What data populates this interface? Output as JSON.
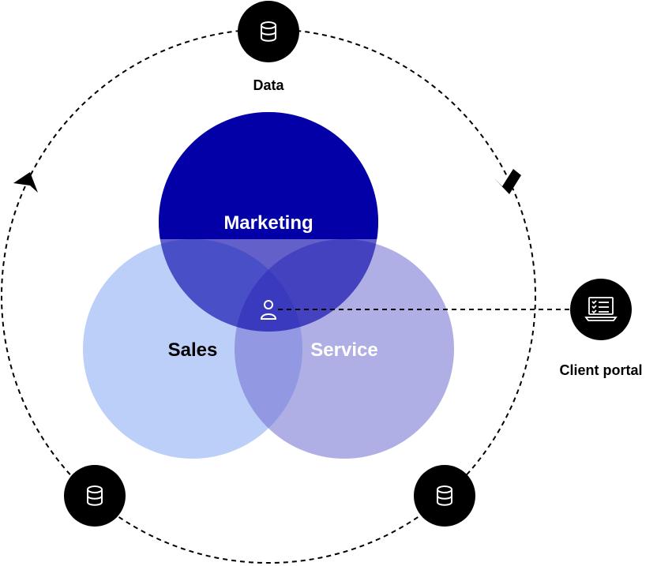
{
  "labels": {
    "marketing": "Marketing",
    "sales": "Sales",
    "service": "Service",
    "data": "Data",
    "client_portal": "Client portal"
  },
  "icons": {
    "top_node": "database-icon",
    "bottom_left_node": "database-icon",
    "bottom_right_node": "database-icon",
    "client_node": "laptop-checklist-icon",
    "center": "user-icon"
  },
  "colors": {
    "marketing": "#0300a8",
    "sales": "#bccff8",
    "service": "#afaee5",
    "node": "#000000",
    "text_light": "#ffffff",
    "text_dark": "#000000"
  }
}
